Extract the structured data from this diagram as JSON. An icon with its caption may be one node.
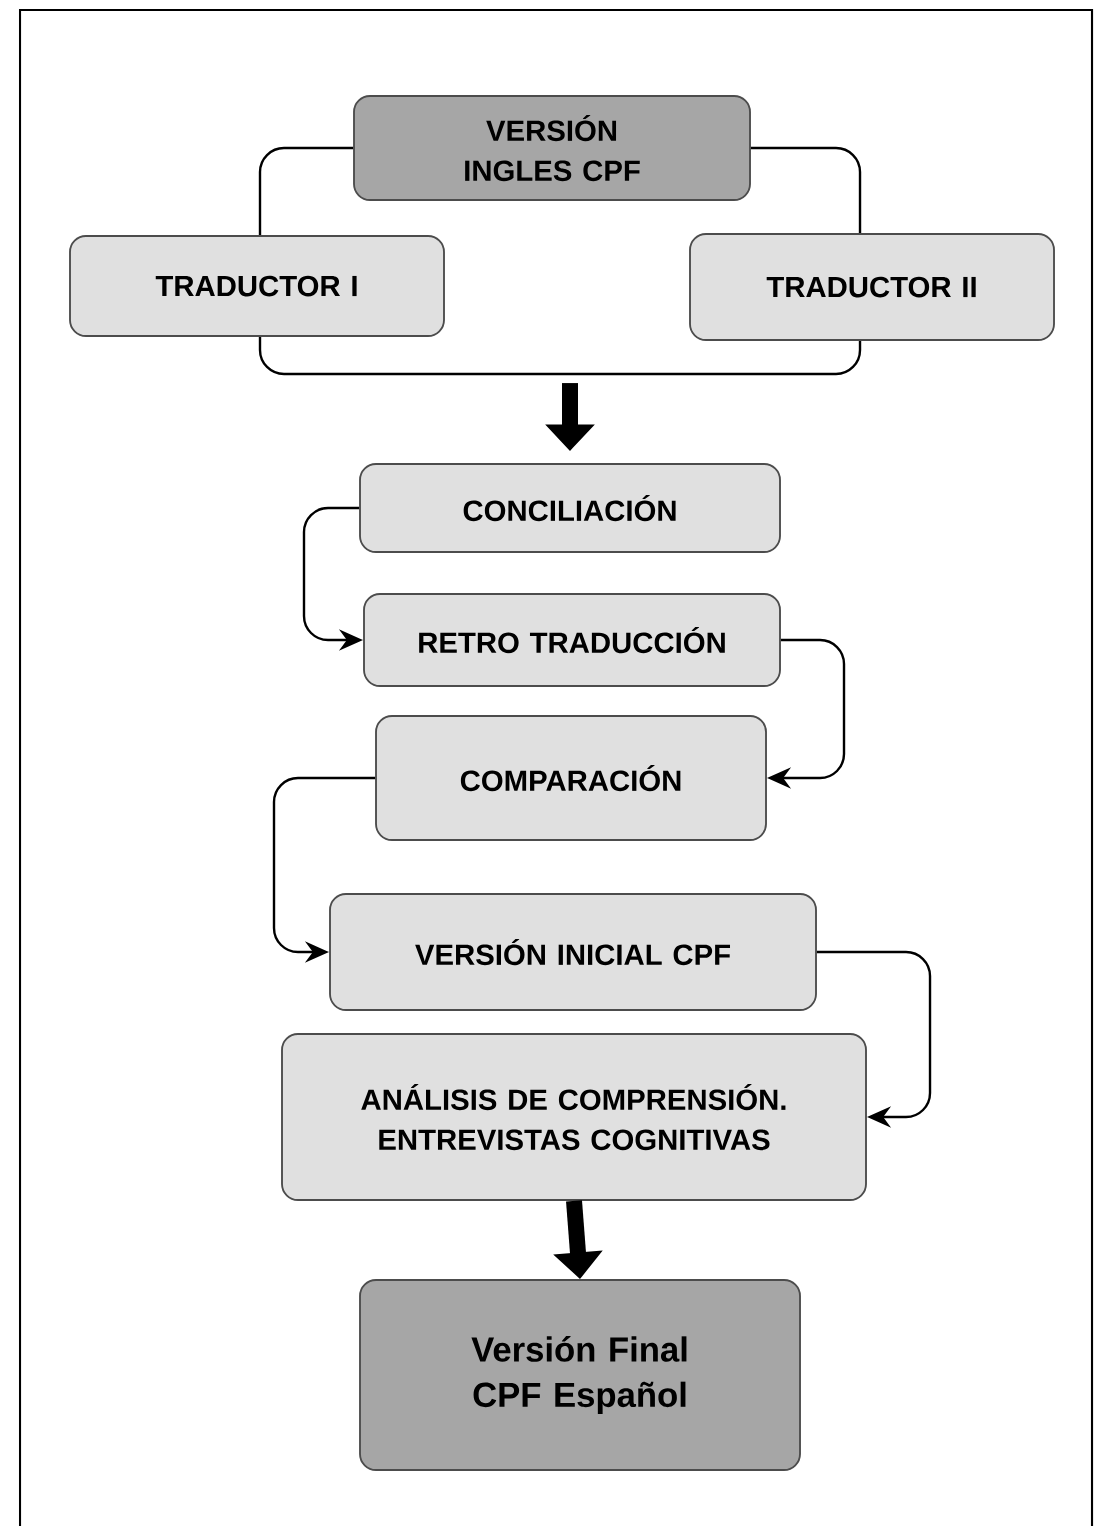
{
  "diagram": {
    "nodes": [
      {
        "text": [
          "VERSIÓN INGLES CPF"
        ]
      },
      {
        "text": [
          "TRADUCTOR I"
        ]
      },
      {
        "text": [
          "TRADUCTOR II"
        ]
      },
      {
        "text": [
          "CONCILIACIÓN"
        ]
      },
      {
        "text": [
          "RETRO TRADUCCIÓN"
        ]
      },
      {
        "text": [
          "COMPARACIÓN"
        ]
      },
      {
        "text": [
          "VERSIÓN INICIAL CPF"
        ]
      },
      {
        "text": [
          "ANÁLISIS DE COMPRENSIÓN. ENTREVISTAS COGNITIVAS"
        ]
      },
      {
        "text": [
          "Versión Final CPF Español"
        ]
      }
    ],
    "edges": [
      {
        "from": 0,
        "to": 1,
        "arrow": "none"
      },
      {
        "from": 0,
        "to": 2,
        "arrow": "none"
      },
      {
        "from": 1,
        "to": 2,
        "arrow": "none"
      },
      {
        "from": null,
        "to": 3,
        "arrow": "to",
        "style": "thick"
      },
      {
        "from": 3,
        "to": 4,
        "arrow": "to"
      },
      {
        "from": 4,
        "to": 5,
        "arrow": "to"
      },
      {
        "from": 5,
        "to": 6,
        "arrow": "to"
      },
      {
        "from": 6,
        "to": 7,
        "arrow": "to"
      },
      {
        "from": 7,
        "to": 8,
        "arrow": "to",
        "style": "thick"
      }
    ]
  }
}
